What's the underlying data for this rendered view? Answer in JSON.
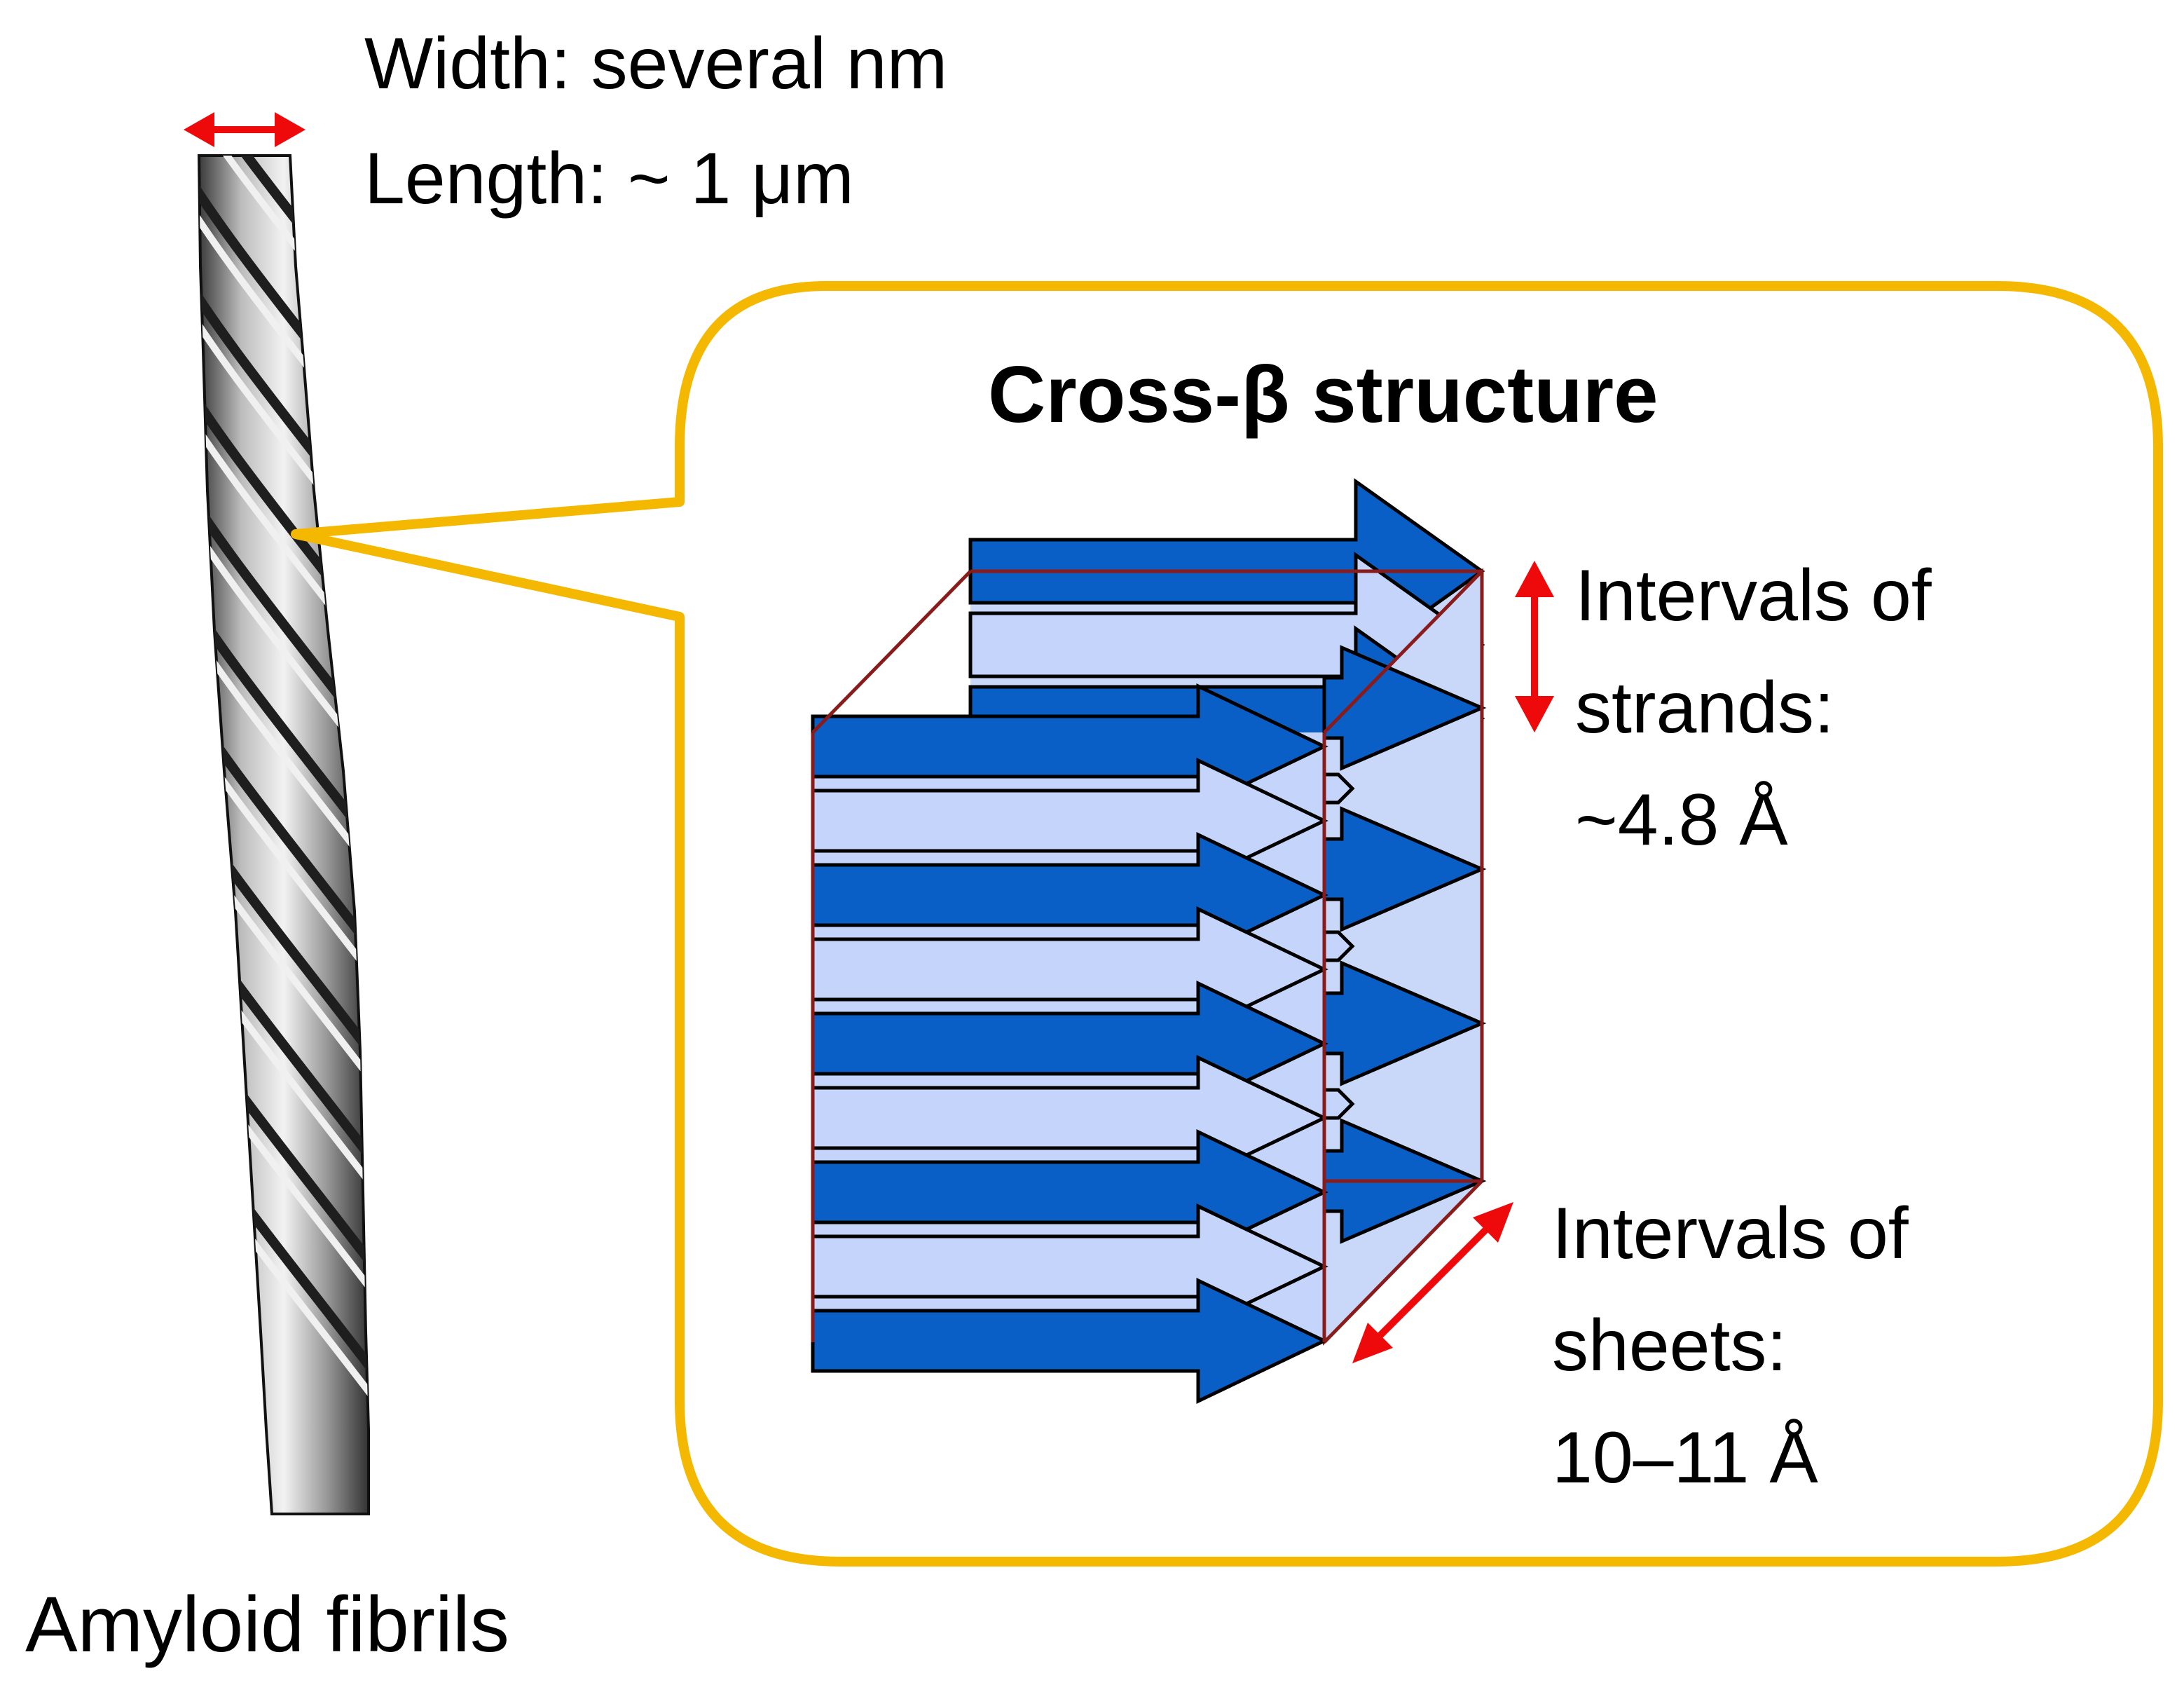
{
  "fibril": {
    "width_label": "Width: several nm",
    "length_label": "Length: ~ 1 μm",
    "caption": "Amyloid fibrils"
  },
  "callout": {
    "title": "Cross-β structure",
    "strand_interval": [
      "Intervals of",
      "strands:",
      "~4.8 Å"
    ],
    "sheet_interval": [
      "Intervals of",
      "sheets:",
      "10–11 Å"
    ]
  },
  "colors": {
    "callout_border": "#f5b800",
    "strand_dark": "#0a5fc6",
    "strand_light": "#c4d4fb",
    "sheet_face": "#c9d7f8",
    "box_edge": "#8a1b1b",
    "dimension_arrow": "#ee0a0a",
    "fibril_light": "#f0f0f0",
    "fibril_dark": "#1e1e1e"
  }
}
